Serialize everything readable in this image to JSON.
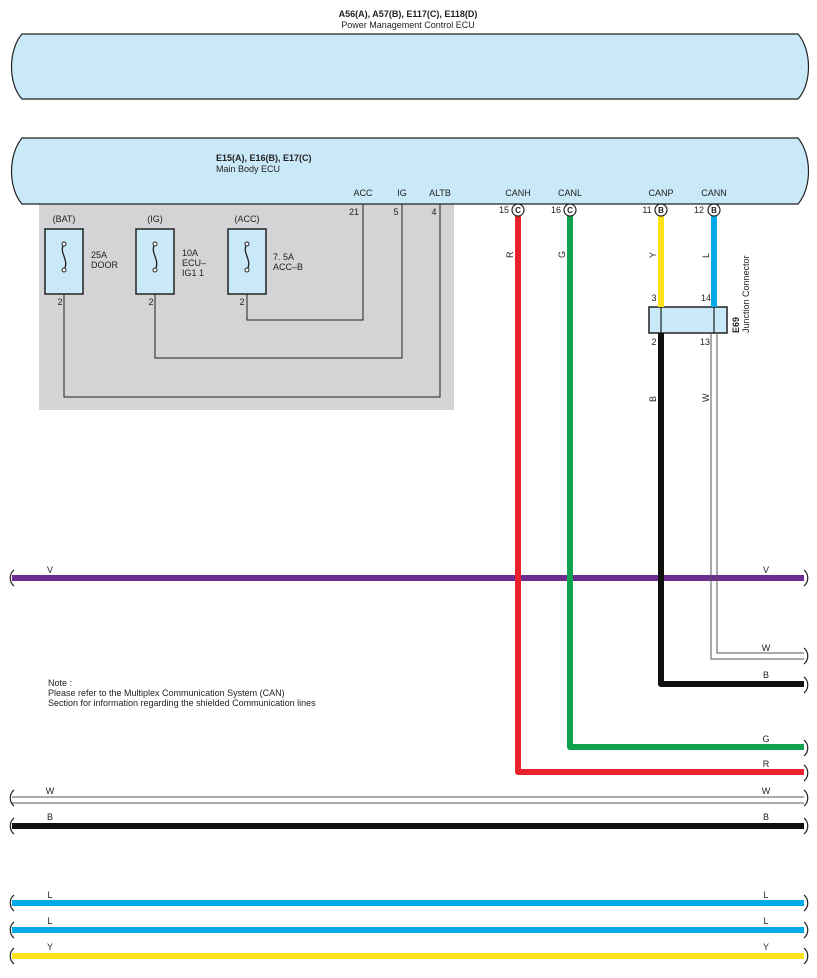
{
  "ecus": {
    "power_mgmt": {
      "code": "A56(A), A57(B), E117(C), E118(D)",
      "name": "Power Management Control ECU"
    },
    "main_body": {
      "code": "E15(A), E16(B), E17(C)",
      "name": "Main Body ECU"
    }
  },
  "terminals": {
    "acc": {
      "label": "ACC",
      "pin": "21"
    },
    "ig": {
      "label": "IG",
      "pin": "5"
    },
    "altb": {
      "label": "ALTB",
      "pin": "4"
    },
    "canh": {
      "label": "CANH",
      "pin": "15",
      "connector": "C"
    },
    "canl": {
      "label": "CANL",
      "pin": "16",
      "connector": "C"
    },
    "canp": {
      "label": "CANP",
      "pin": "11",
      "connector": "B"
    },
    "cann": {
      "label": "CANN",
      "pin": "12",
      "connector": "B"
    }
  },
  "fuses": {
    "bat": {
      "source": "(BAT)",
      "line1": "25A",
      "line2": "DOOR",
      "line3": "",
      "pin": "2"
    },
    "ig": {
      "source": "(IG)",
      "line1": "10A",
      "line2": "ECU–",
      "line3": "IG1 1",
      "pin": "2"
    },
    "acc": {
      "source": "(ACC)",
      "line1": "7. 5A",
      "line2": "ACC–B",
      "line3": "",
      "pin": "2"
    }
  },
  "junction": {
    "code": "E69",
    "name": "Junction Connector",
    "pin_in_y": "3",
    "pin_in_l": "14",
    "pin_out_b": "2",
    "pin_out_w": "13"
  },
  "wire_colors": {
    "canh": "R",
    "canl": "G",
    "canp": "Y",
    "cann": "L",
    "b_out": "B",
    "w_out": "W"
  },
  "buses": {
    "v": "V",
    "w": "W",
    "b": "B",
    "g": "G",
    "r": "R",
    "l": "L",
    "y": "Y"
  },
  "note": {
    "line1": "Note :",
    "line2": "Please refer to the Multiplex Communication System (CAN)",
    "line3": "Section for information regarding the shielded Communication lines"
  },
  "colors": {
    "ecu_fill": "#c9e8f8",
    "gray_area": "#d4d4d6",
    "red": "#e8212b",
    "green": "#10a14e",
    "yellow": "#fde21a",
    "blue": "#00a9e8",
    "violet": "#6d2c8f",
    "black": "#111111"
  }
}
